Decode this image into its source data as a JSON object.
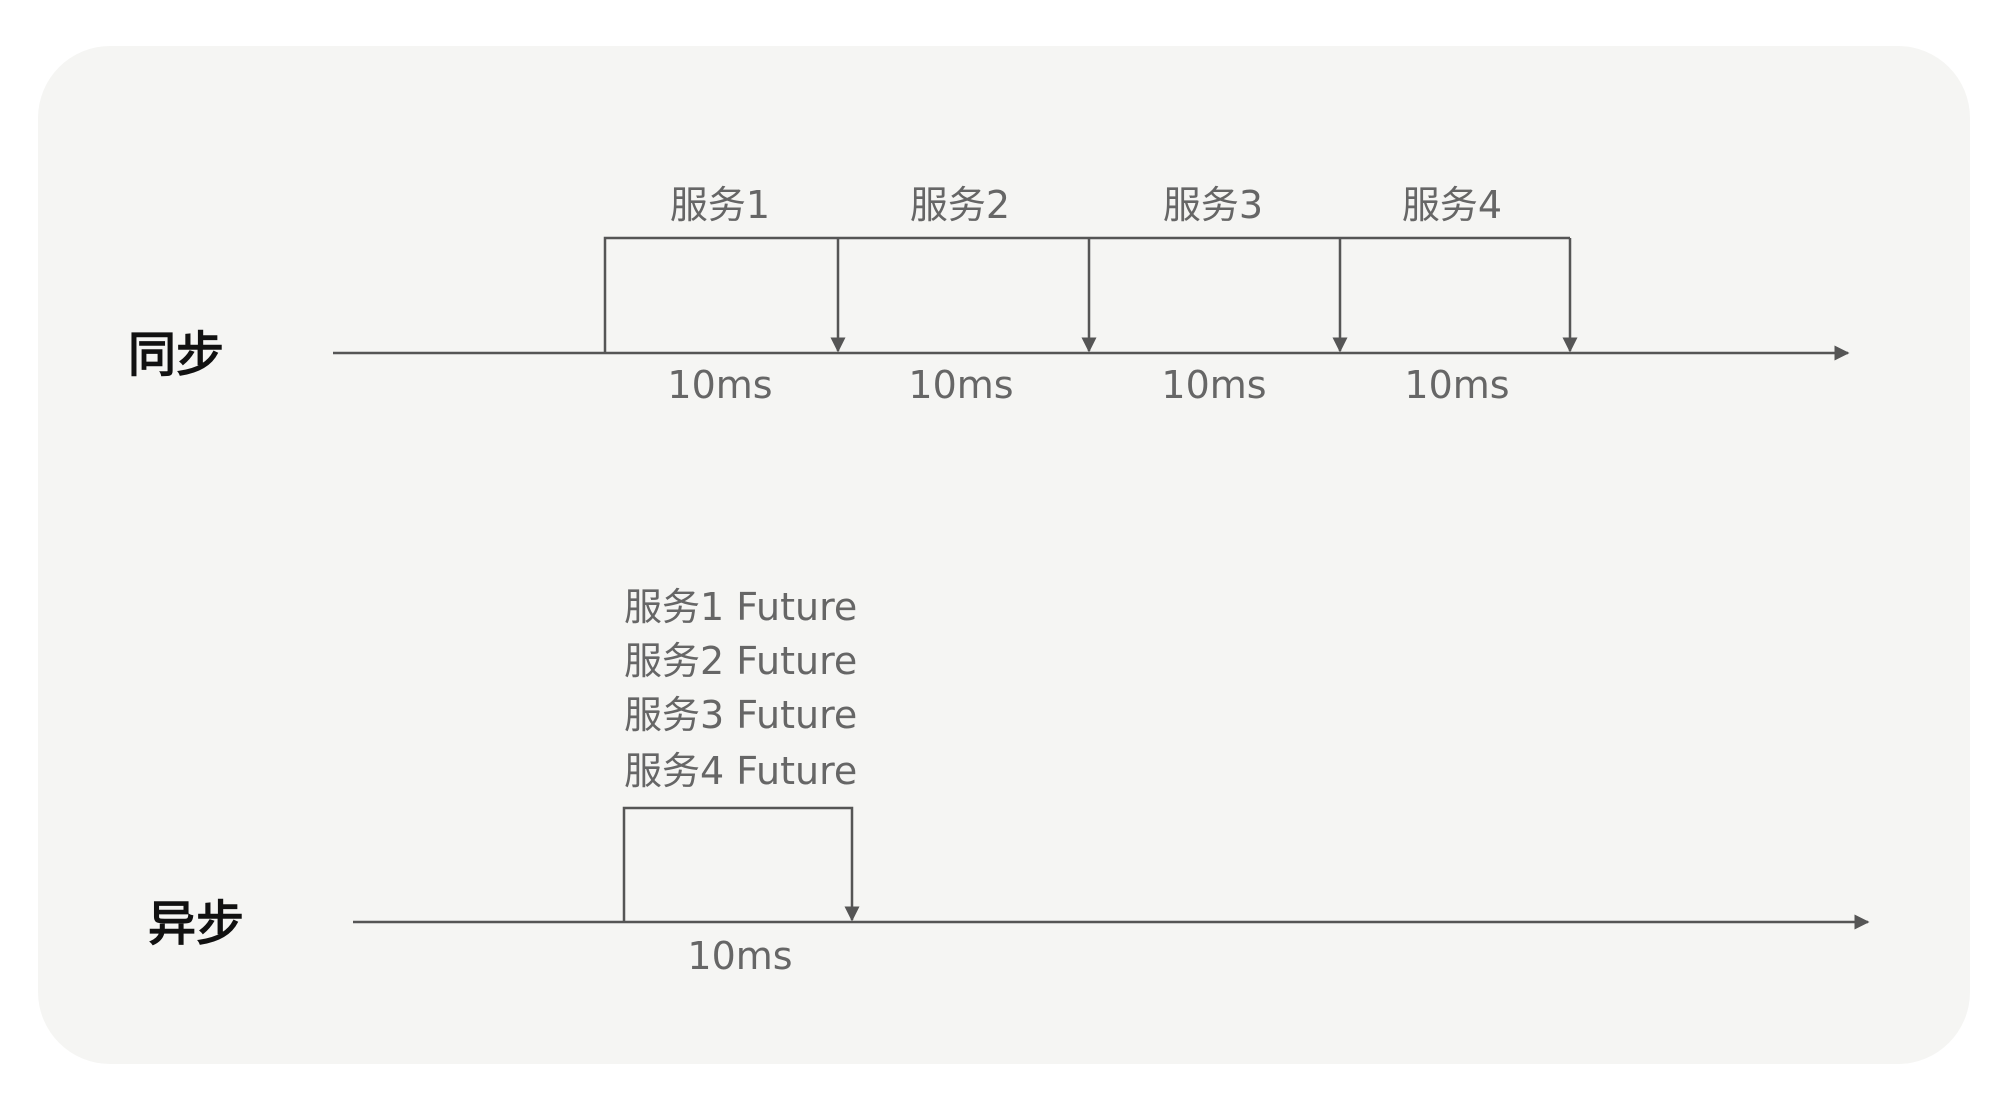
{
  "sync": {
    "title": "同步",
    "services": [
      "服务1",
      "服务2",
      "服务3",
      "服务4"
    ],
    "durations": [
      "10ms",
      "10ms",
      "10ms",
      "10ms"
    ]
  },
  "async": {
    "title": "异步",
    "futures": [
      "服务1 Future",
      "服务2 Future",
      "服务3 Future",
      "服务4 Future"
    ],
    "duration": "10ms"
  },
  "colors": {
    "background": "#f5f5f3",
    "line": "#555555",
    "label_text": "#666666",
    "title_text": "#111111"
  }
}
